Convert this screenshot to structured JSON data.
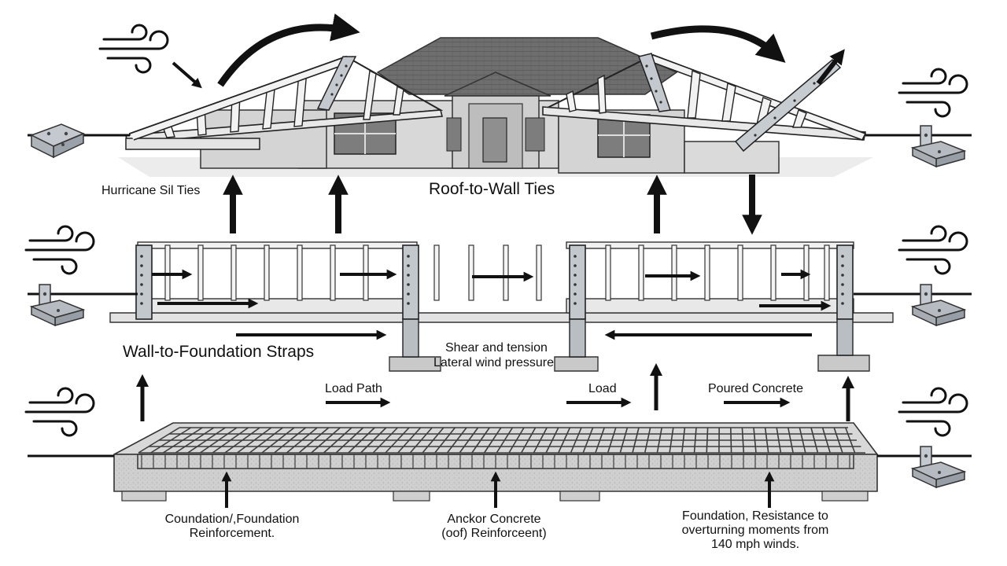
{
  "labels": {
    "hurricane_sill_ties": "Hurricane Sil Ties",
    "roof_to_wall_ties": "Roof-to-Wall Ties",
    "wall_to_foundation_straps": "Wall-to-Foundation Straps",
    "shear_tension": "Shear and tension",
    "lateral_wind": "Lateral wind pressure",
    "load_path": "Load Path",
    "load": "Load",
    "poured_concrete": "Poured Concrete",
    "foundation_left_1": "Coundation/,Foundation",
    "foundation_left_2": "Reinforcement.",
    "anchor_center_1": "Anckor Concrete",
    "anchor_center_2": "(oof) Reinforceent)",
    "resistance_1": "Foundation, Resistance to",
    "resistance_2": "overturning moments from",
    "resistance_3": "140 mph winds."
  },
  "colors": {
    "ink": "#111111",
    "roof_shingle": "#6b6b6b",
    "wall_fill": "#d9d9d9",
    "concrete": "#c8c8c8",
    "metal": "#b9bec4",
    "rebar": "#4a4a4a"
  },
  "icons": [
    "wind-icon",
    "hurricane-tie-bracket-icon",
    "load-arrow-icon"
  ]
}
